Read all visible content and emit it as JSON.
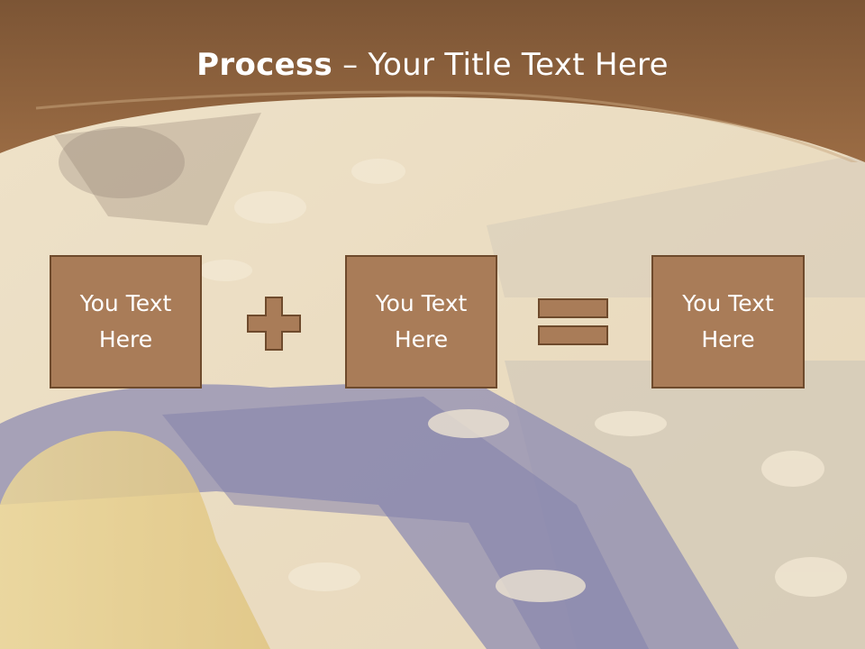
{
  "slide": {
    "title_bold": "Process",
    "title_rest": " – Your Title Text Here",
    "boxes": [
      {
        "text": "You Text\nHere"
      },
      {
        "text": "You Text\nHere"
      },
      {
        "text": "You Text\nHere"
      }
    ],
    "operators": [
      "plus-icon",
      "equals-icon"
    ]
  },
  "colors": {
    "header": "#8c5f3c",
    "box_fill": "#a97c58",
    "box_border": "#6e4a2c",
    "background": "#e9dcc2"
  }
}
